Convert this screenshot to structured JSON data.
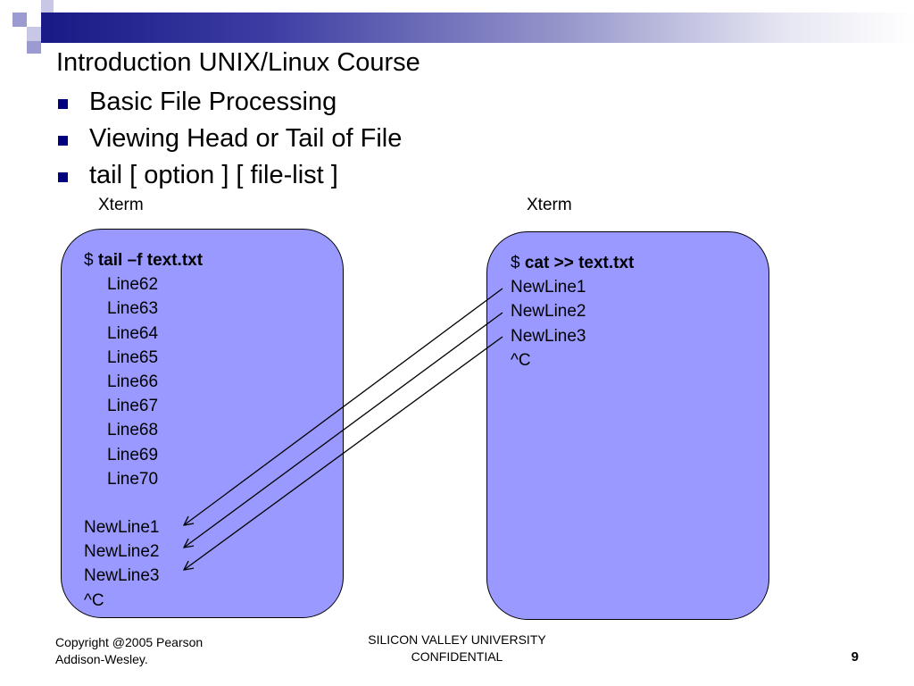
{
  "slide": {
    "title": "Introduction UNIX/Linux Course",
    "bullets": [
      "Basic File Processing",
      "Viewing Head or Tail of File",
      "tail [ option ]  [ file-list ]"
    ]
  },
  "left_terminal": {
    "label": "Xterm",
    "prompt": "$",
    "command": "tail  –f  text.txt",
    "output_lines": [
      "Line62",
      "Line63",
      "Line64",
      "Line65",
      "Line66",
      "Line67",
      "Line68",
      "Line69",
      "Line70"
    ],
    "new_lines": [
      "NewLine1",
      "NewLine2",
      "NewLine3"
    ],
    "interrupt": "^C"
  },
  "right_terminal": {
    "label": "Xterm",
    "prompt": "$",
    "command": "cat  >>  text.txt",
    "input_lines": [
      "NewLine1",
      "NewLine2",
      "NewLine3"
    ],
    "interrupt": "^C"
  },
  "footer": {
    "copyright_line1": "Copyright @2005 Pearson",
    "copyright_line2": "Addison-Wesley.",
    "center_line1": "SILICON VALLEY UNIVERSITY",
    "center_line2": "CONFIDENTIAL",
    "page_number": "9"
  },
  "colors": {
    "terminal_fill": "#9999ff",
    "bullet": "#00007f",
    "header_dark": "#1b1b87"
  }
}
